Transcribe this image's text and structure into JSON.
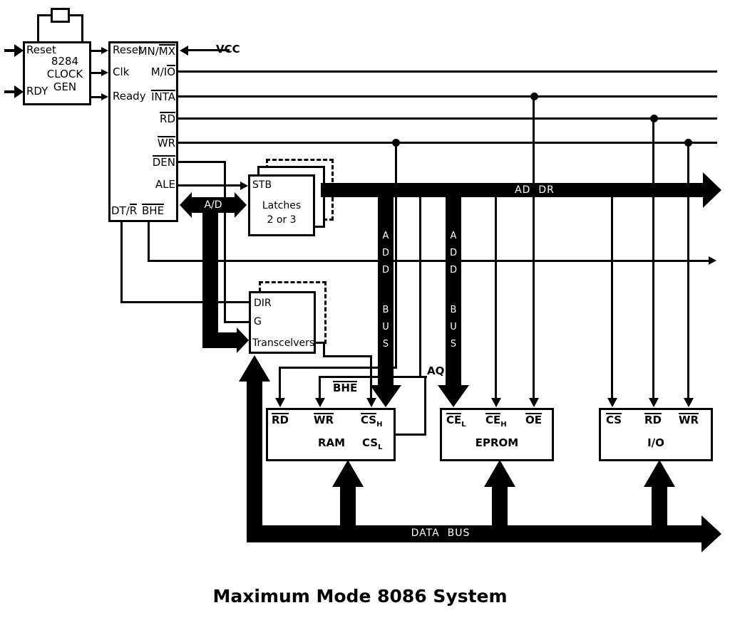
{
  "title": "Maximum Mode 8086 System",
  "colors": {
    "ink": "#000000",
    "paper": "#ffffff"
  },
  "clock_gen": {
    "model": "8284",
    "name_line1": "CLOCK",
    "name_line2": "GEN",
    "pin_reset": "Reset",
    "pin_rdy": "RDY"
  },
  "cpu": {
    "pin_reset": "Reset",
    "pin_clk": "Clk",
    "pin_ready": "Ready",
    "pin_mnmx_plain": "MN/",
    "pin_mnmx_over": "MX",
    "pin_mio_plain": "M/I",
    "pin_mio_over": "O",
    "pin_inta_over": "INTA",
    "pin_rd_over": "RD",
    "pin_wr_over": "WR",
    "pin_den_over": "DEN",
    "pin_ale": "ALE",
    "pin_dtr_plain": "DT/",
    "pin_dtr_over": "R",
    "pin_bhe_over": "BHE"
  },
  "power": {
    "vcc": "VCC"
  },
  "latches": {
    "pin_stb": "STB",
    "name_line1": "Latches",
    "name_line2": "2 or 3"
  },
  "transceivers": {
    "pin_dir": "DIR",
    "pin_g": "G",
    "name": "Transcelvers"
  },
  "buses": {
    "ad": "A/D",
    "addr": "AD  DR",
    "data": "DATA  BUS",
    "add_vert_top": "A\nD\nD",
    "add_vert_bottom": "B\nU\nS"
  },
  "labels": {
    "aq": "AQ",
    "bhe_over": "BHE"
  },
  "ram": {
    "pin_rd_over": "RD",
    "pin_wr_over": "WR",
    "pin_csh_over": "CS",
    "pin_csh_sub": "H",
    "name": "RAM",
    "pin_csl_plain": "CS",
    "pin_csl_sub": "L"
  },
  "eprom": {
    "pin_cel_over": "CE",
    "pin_cel_sub": "L",
    "pin_ceh_over": "CE",
    "pin_ceh_sub": "H",
    "pin_oe_over": "OE",
    "name": "EPROM"
  },
  "io": {
    "pin_cs_over": "CS",
    "pin_rd_over": "RD",
    "pin_wr_over": "WR",
    "name": "I/O"
  }
}
